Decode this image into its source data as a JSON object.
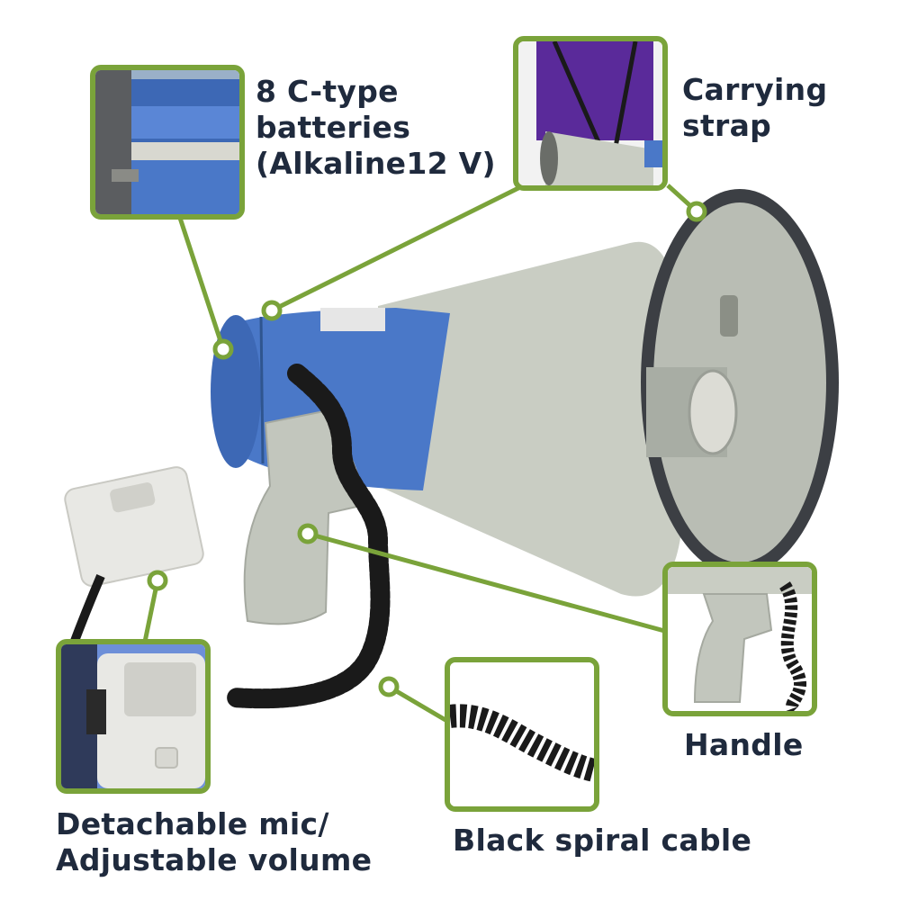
{
  "colors": {
    "accent": "#7aa33a",
    "text": "#1f2a3d",
    "body_blue": "#4a78c8",
    "horn_grey": "#c9cdc3",
    "rim": "#3c3f44",
    "cable": "#1a1a1a"
  },
  "callouts": {
    "batteries": {
      "lines": [
        "8 C-type",
        "batteries",
        "(Alkaline12 V)"
      ],
      "icon": "battery-compartment-icon"
    },
    "strap": {
      "lines": [
        "Carrying",
        "strap"
      ],
      "icon": "carrying-strap-icon"
    },
    "handle": {
      "lines": [
        "Handle"
      ],
      "icon": "handle-icon"
    },
    "cable": {
      "lines": [
        "Black spiral cable"
      ],
      "icon": "spiral-cable-icon"
    },
    "mic": {
      "lines": [
        "Detachable mic/",
        "Adjustable volume"
      ],
      "icon": "microphone-icon"
    }
  }
}
